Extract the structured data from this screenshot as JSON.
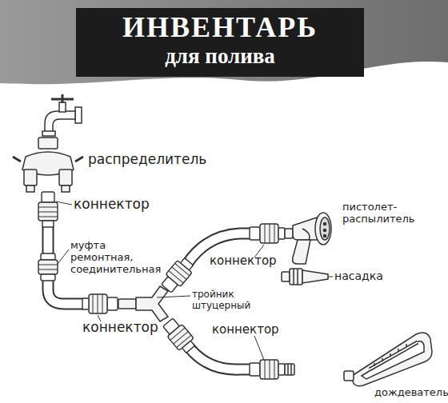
{
  "diagram": {
    "title": "ИНВЕНТАРЬ для полива",
    "labels": [
      "распределитель",
      "коннектор",
      "пистолет-распылитель",
      "муфта ремонтная, соединительная",
      "коннектор",
      "насадка",
      "тройник штуцерный",
      "коннектор",
      "коннектор",
      "дождеватель"
    ]
  }
}
